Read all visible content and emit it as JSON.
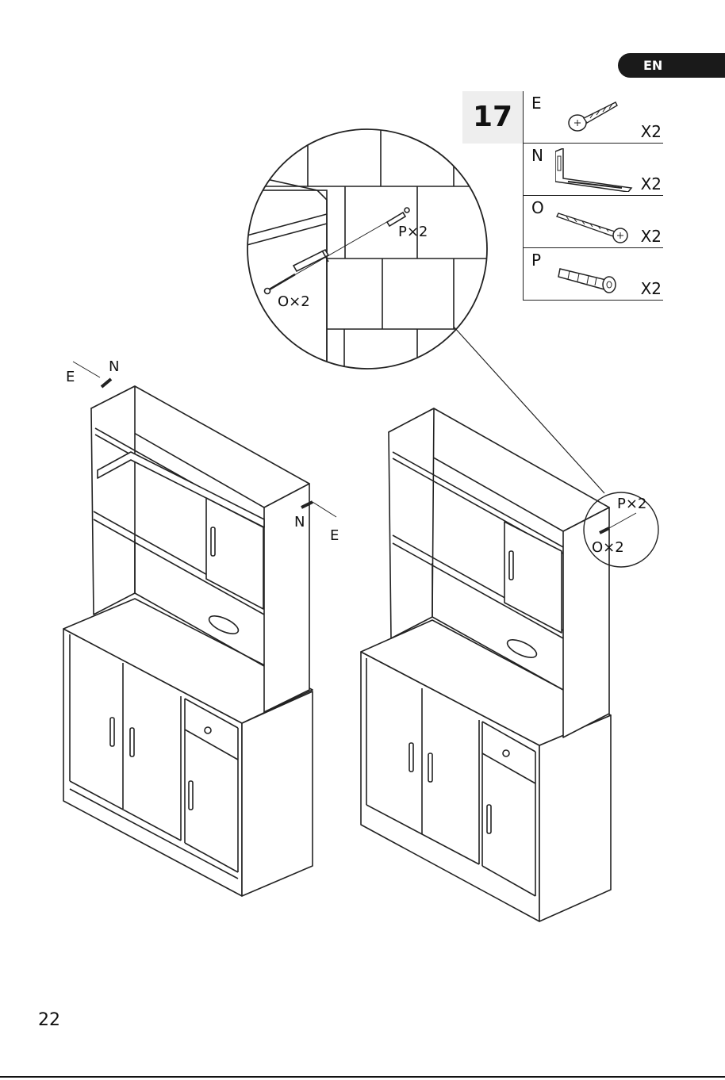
{
  "language_badge": "EN",
  "step_number": "17",
  "parts": [
    {
      "letter": "E",
      "quantity": "X2",
      "icon": "screw-icon"
    },
    {
      "letter": "N",
      "quantity": "X2",
      "icon": "l-bracket-icon"
    },
    {
      "letter": "O",
      "quantity": "X2",
      "icon": "long-screw-icon"
    },
    {
      "letter": "P",
      "quantity": "X2",
      "icon": "wall-anchor-icon"
    }
  ],
  "zoom_callout": {
    "anchor_label": "P×2",
    "screw_label": "O×2"
  },
  "left_cabinet": {
    "top_left_screw": "E",
    "top_left_bracket": "N",
    "right_bracket": "N",
    "right_screw": "E"
  },
  "right_cabinet": {
    "anchor_label": "P×2",
    "screw_label": "O×2"
  },
  "page_number": "22"
}
